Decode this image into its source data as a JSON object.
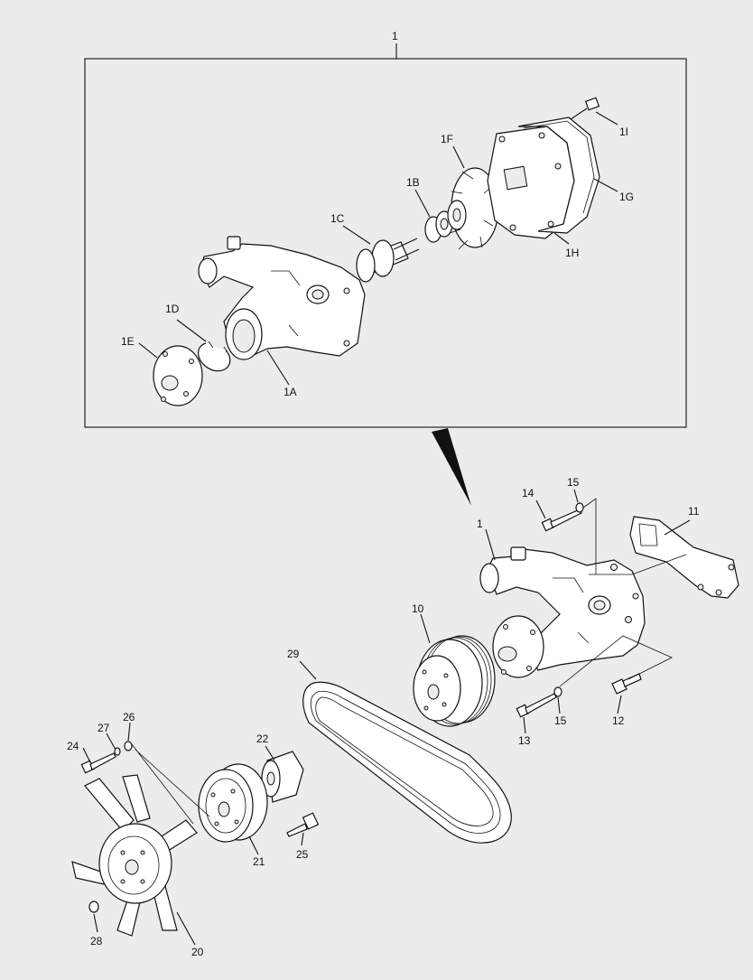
{
  "diagram": {
    "callouts": {
      "c1_top": "1",
      "c1A": "1A",
      "c1B": "1B",
      "c1C": "1C",
      "c1D": "1D",
      "c1E": "1E",
      "c1F": "1F",
      "c1G": "1G",
      "c1H": "1H",
      "c1I": "1I",
      "c1_main": "1",
      "c10": "10",
      "c11": "11",
      "c12": "12",
      "c13": "13",
      "c14": "14",
      "c15a": "15",
      "c15b": "15",
      "c20": "20",
      "c21": "21",
      "c22": "22",
      "c24": "24",
      "c25": "25",
      "c26": "26",
      "c27": "27",
      "c28": "28",
      "c29": "29"
    }
  }
}
